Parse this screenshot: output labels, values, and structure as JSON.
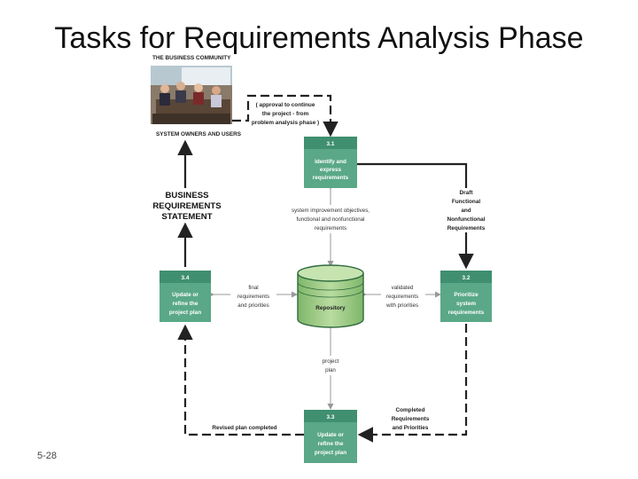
{
  "title": "Tasks for Requirements Analysis Phase",
  "slide_number": "5-28",
  "community": {
    "heading": "THE BUSINESS COMMUNITY",
    "caption": "SYSTEM OWNERS AND USERS"
  },
  "statement": [
    "BUSINESS",
    "REQUIREMENTS",
    "STATEMENT"
  ],
  "repository": "Repository",
  "tasks": [
    {
      "id": "3.1",
      "lines": [
        "Identify and",
        "express",
        "requirements"
      ]
    },
    {
      "id": "3.2",
      "lines": [
        "Prioritize",
        "system",
        "requirements"
      ]
    },
    {
      "id": "3.3",
      "lines": [
        "Update or",
        "refine the",
        "project plan"
      ]
    },
    {
      "id": "3.4",
      "lines": [
        "Update or",
        "refine the",
        "project plan"
      ]
    }
  ],
  "labels": {
    "approval": [
      "( approval to continue",
      "the project - from",
      "problem analysis phase )"
    ],
    "objectives": [
      "system improvement objectives,",
      "functional  and nonfunctional",
      "requirements"
    ],
    "draft": [
      "Draft",
      "Functional",
      "and",
      "Nonfunctional",
      "Requirements"
    ],
    "validated": [
      "validated",
      "requirements",
      "with priorities"
    ],
    "final": [
      "final",
      "requirements",
      "and priorities"
    ],
    "project_plan": [
      "project",
      "plan"
    ],
    "completed": [
      "Completed",
      "Requirements",
      "and Priorities"
    ],
    "revised": "Revised plan completed"
  },
  "colors": {
    "task_box": "#5aa888",
    "task_box_header": "#3f8f70",
    "repository": "#a9d18e",
    "repository_dark": "#2f6a3e"
  }
}
